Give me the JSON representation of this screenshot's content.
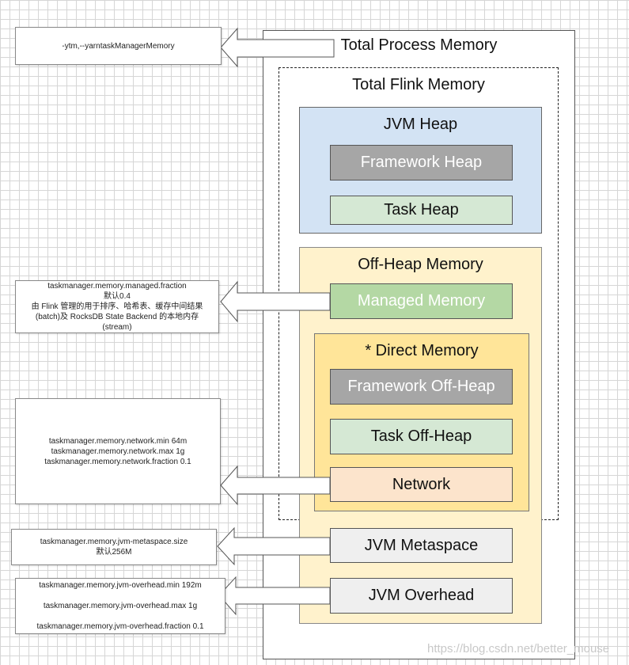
{
  "diagram": {
    "total_process": "Total Process Memory",
    "total_flink": "Total Flink Memory",
    "jvm_heap": {
      "title": "JVM Heap",
      "framework_heap": "Framework Heap",
      "task_heap": "Task Heap"
    },
    "off_heap": {
      "title": "Off-Heap Memory",
      "managed_memory": "Managed Memory",
      "direct": {
        "title": "* Direct Memory",
        "framework_off_heap": "Framework Off-Heap",
        "task_off_heap": "Task Off-Heap",
        "network": "Network"
      }
    },
    "jvm_metaspace": "JVM Metaspace",
    "jvm_overhead": "JVM Overhead"
  },
  "notes": {
    "process": [
      "-ytm,--yarntaskManagerMemory"
    ],
    "managed": [
      "taskmanager.memory.managed.fraction",
      "默认0.4",
      "由 Flink 管理的用于排序、哈希表、缓存中间结果",
      "(batch)及 RocksDB State Backend 的本地内存",
      "(stream)"
    ],
    "network": [
      "taskmanager.memory.network.min 64m",
      "taskmanager.memory.network.max 1g",
      "taskmanager.memory.network.fraction 0.1"
    ],
    "metaspace": [
      "taskmanager.memory.jvm-metaspace.size",
      "默认256M"
    ],
    "overhead": [
      "taskmanager.memory.jvm-overhead.min   192m",
      "taskmanager.memory.jvm-overhead.max  1g",
      "taskmanager.memory.jvm-overhead.fraction  0.1"
    ]
  },
  "watermark": "https://blog.csdn.net/better_mouse",
  "colors": {
    "heap": "#d3e3f4",
    "off_heap": "#fff2cc",
    "direct": "#ffe599",
    "gray_block": "#a6a6a6",
    "green_block": "#d5e8d4",
    "managed_block": "#b4d8a4",
    "network_block": "#fce4cc"
  }
}
